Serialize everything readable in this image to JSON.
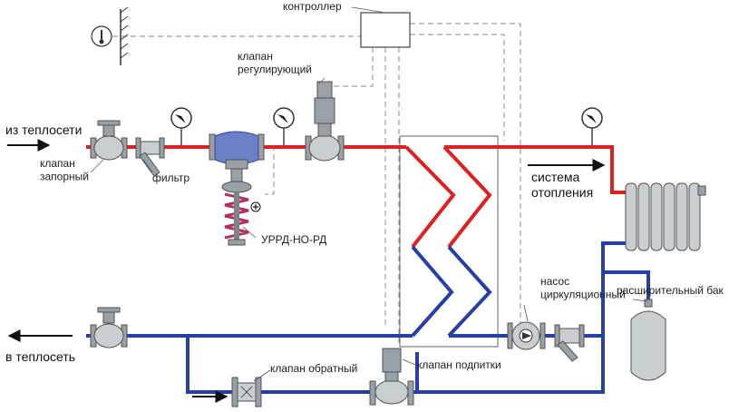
{
  "labels": {
    "from_network": "из теплосети",
    "to_network": "в теплосеть",
    "shutoff_valve": "клапан\nзапорный",
    "filter": "фильтр",
    "controller": "контроллер",
    "control_valve": "клапан\nрегулирующий",
    "regulator": "УРРД-НО-РД",
    "heating_system": "система\nотопления",
    "pump": "насос\nциркуляционный",
    "expansion_tank": "расширительный бак",
    "check_valve": "клапан обратный",
    "makeup_valve": "клапан подпитки"
  },
  "colors": {
    "supply_pipe": "#e02020",
    "return_pipe": "#2440a8",
    "control_line": "#8a8a8a",
    "equipment": "#9aa1a6",
    "regulator_spring": "#b03060"
  },
  "icons": [
    "thermometer-icon",
    "pressure-gauge-icon",
    "radiator-icon",
    "flow-arrow-icon",
    "plus-icon"
  ]
}
